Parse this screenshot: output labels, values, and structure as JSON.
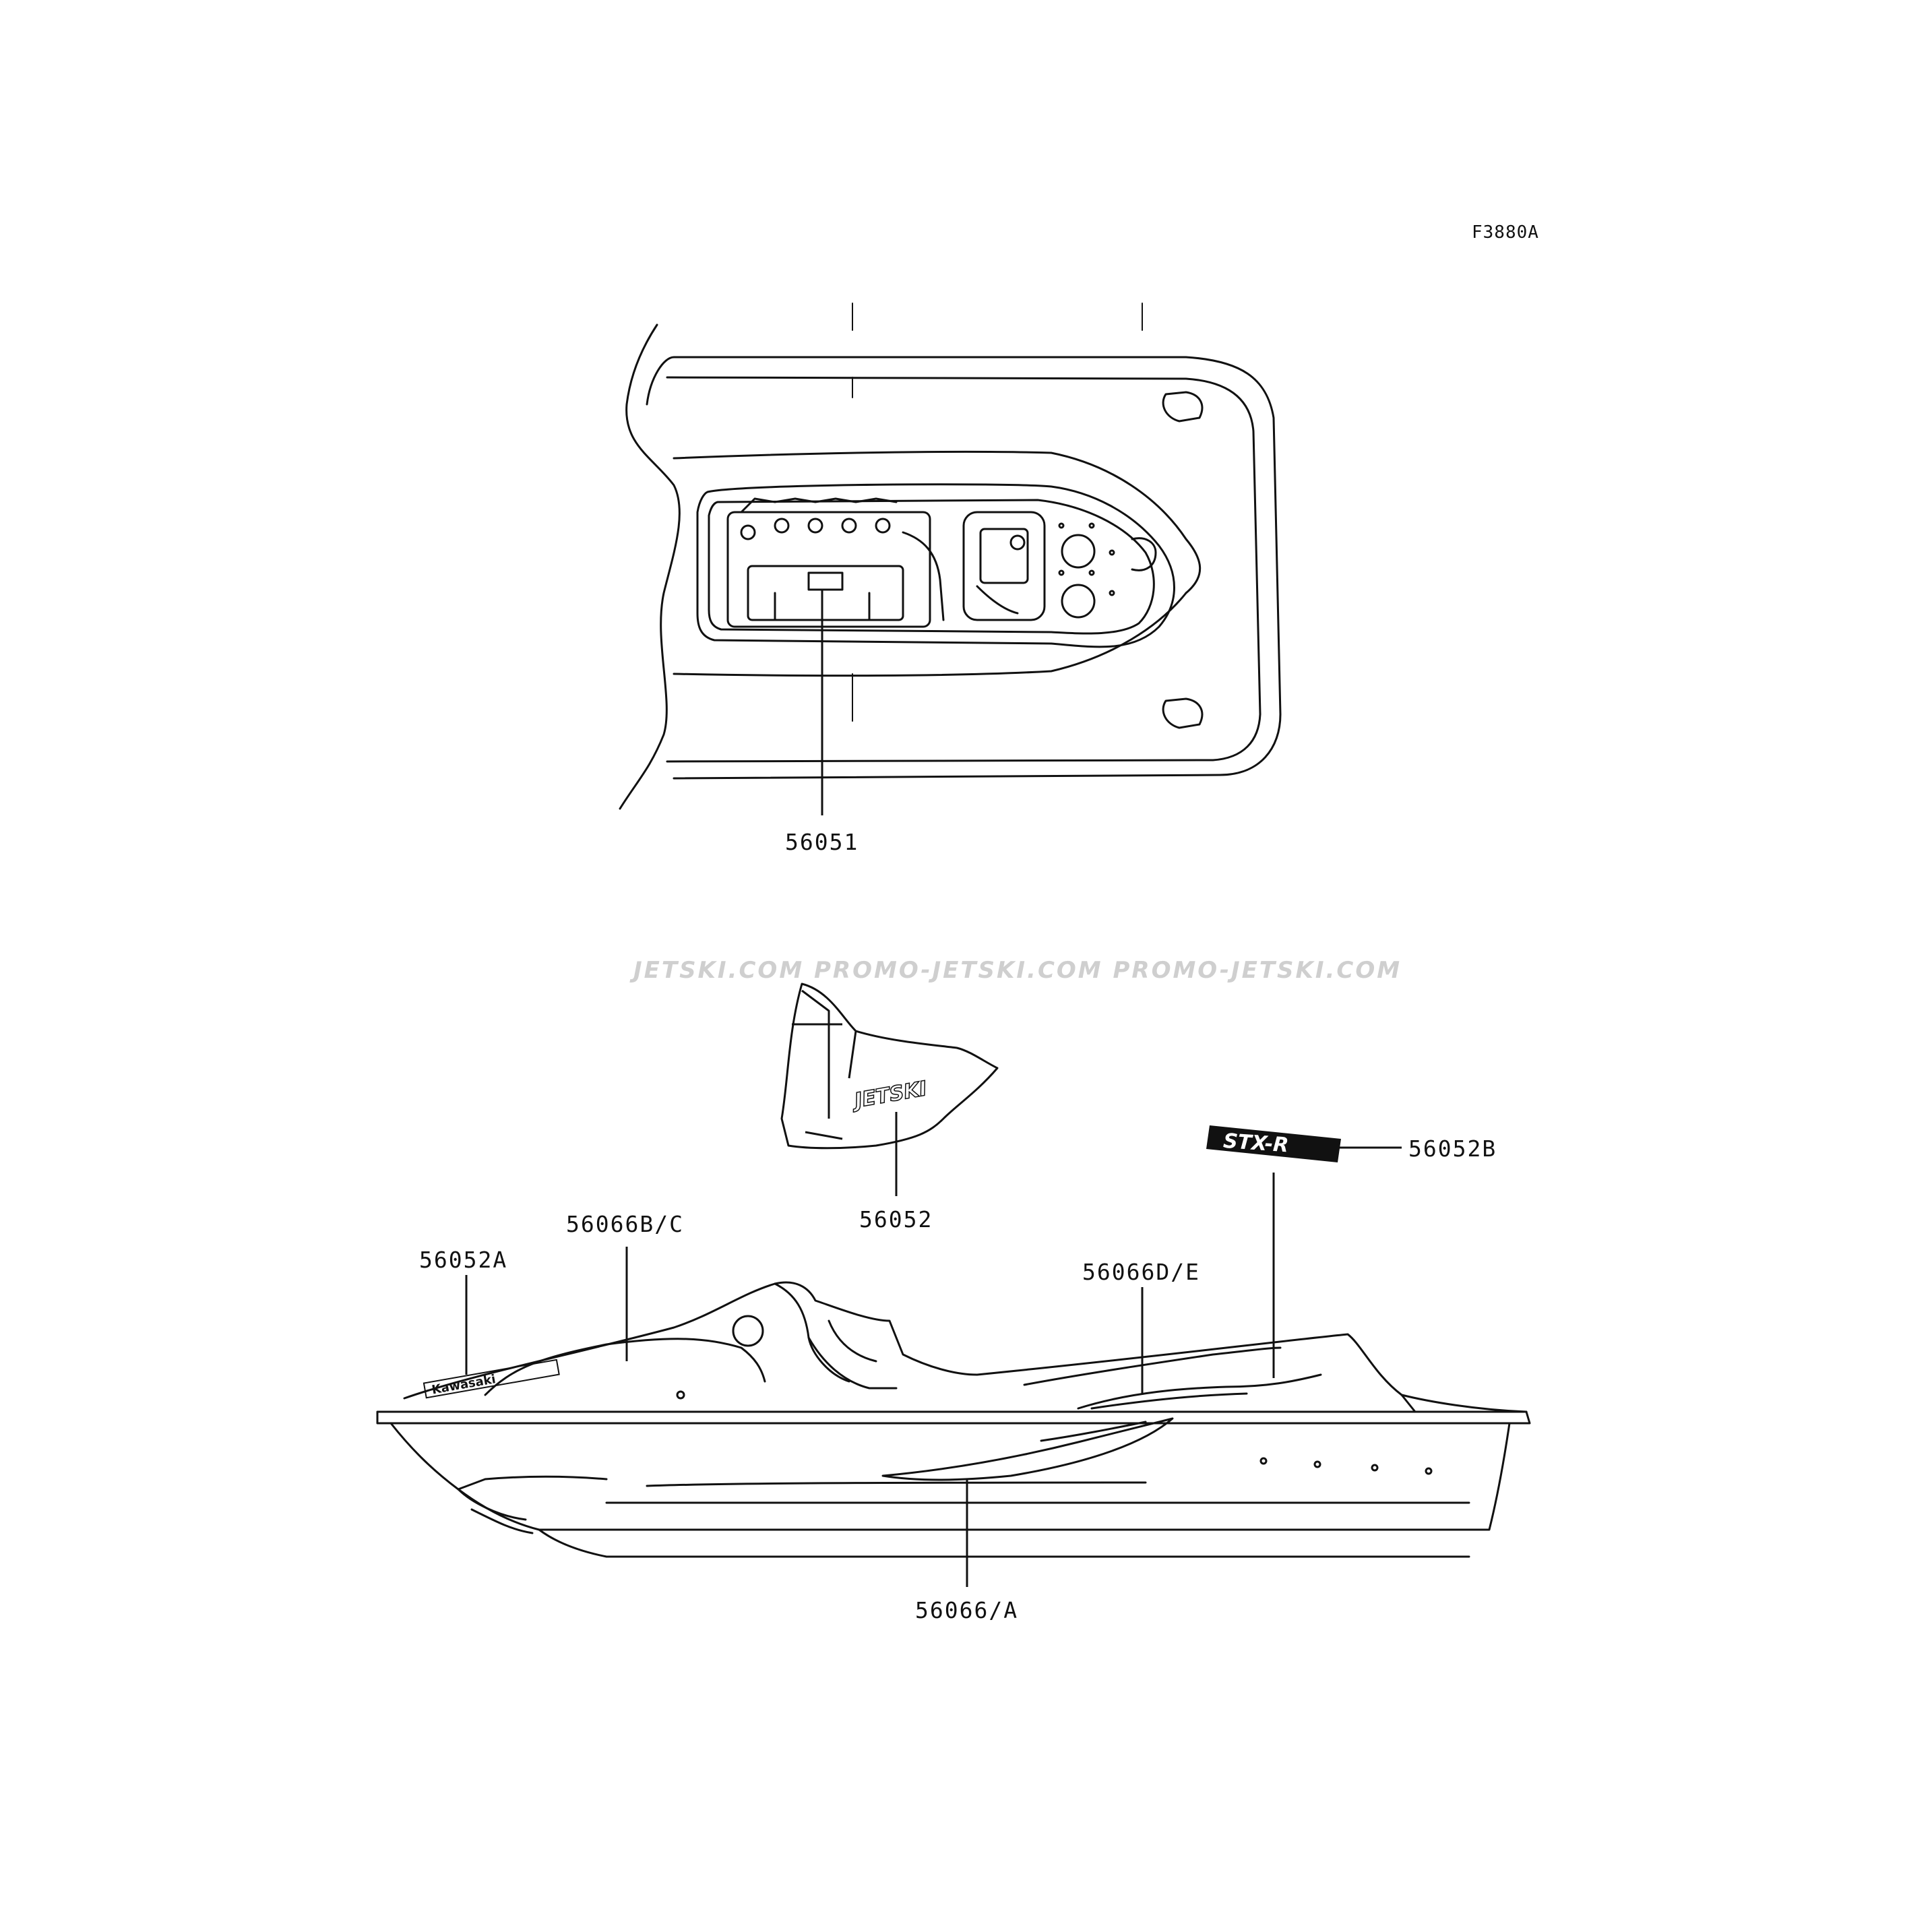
{
  "figure": {
    "code": "F3880A"
  },
  "watermark": {
    "text": "JETSKI.COM   PROMO-JETSKI.COM   PROMO-JETSKI.COM"
  },
  "parts": [
    {
      "id": "56051",
      "label": "56051"
    },
    {
      "id": "56052",
      "label": "56052"
    },
    {
      "id": "56052B",
      "label": "56052B"
    },
    {
      "id": "56066B_C",
      "label": "56066B/C"
    },
    {
      "id": "56052A",
      "label": "56052A"
    },
    {
      "id": "56066D_E",
      "label": "56066D/E"
    },
    {
      "id": "56066_A",
      "label": "56066/A"
    }
  ],
  "decals": {
    "jetski_logo": "JETSKI",
    "model_logo": "STX-R",
    "brand_logo": "Kawasaki"
  },
  "colors": {
    "line": "#111111",
    "watermark": "#cfcfcf",
    "background": "#ffffff"
  }
}
